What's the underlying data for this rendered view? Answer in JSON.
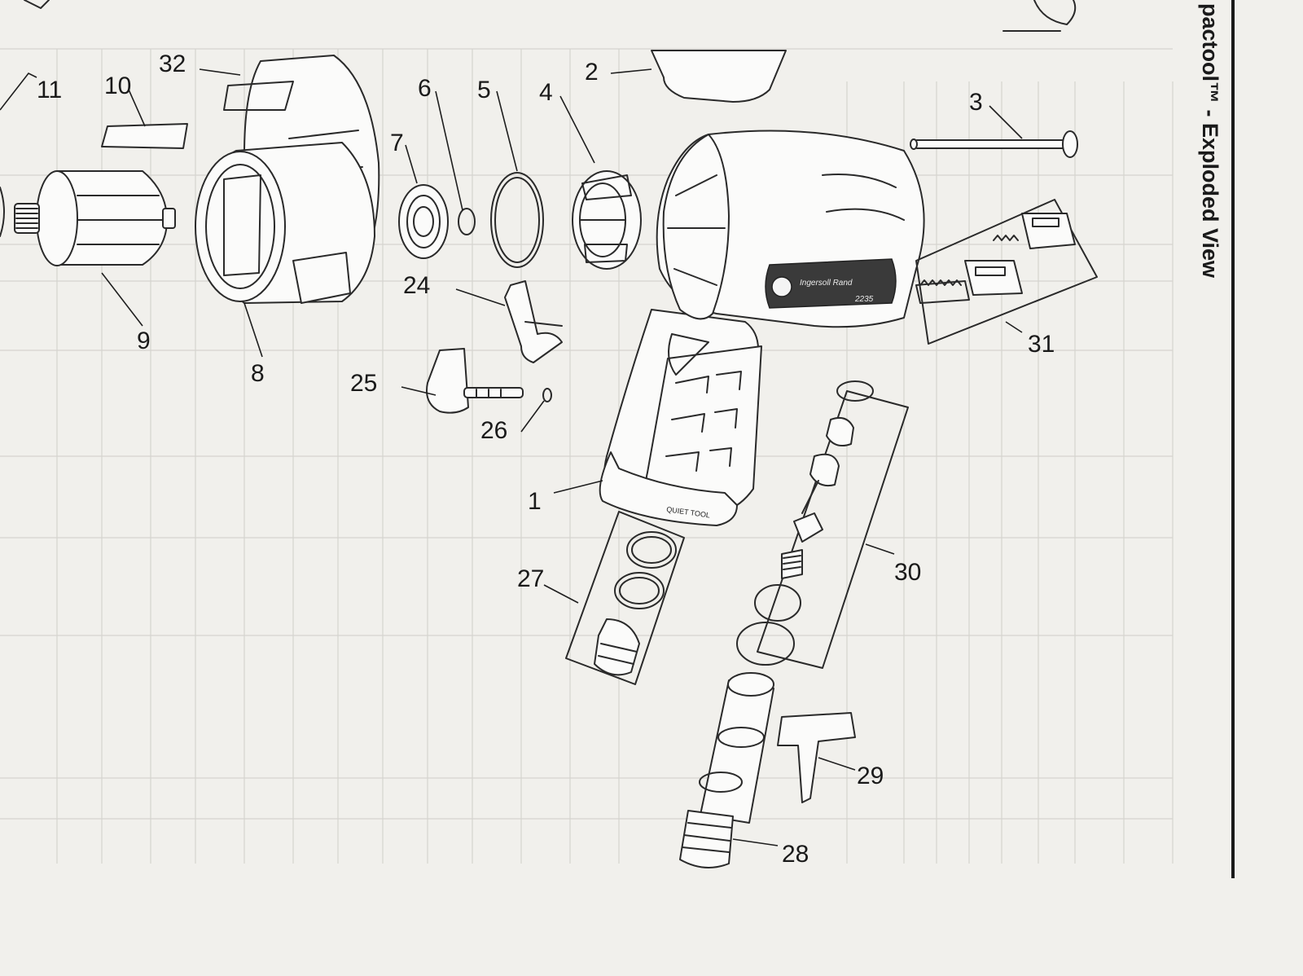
{
  "page": {
    "title": "pactool™ - Exploded View",
    "brand_text": "Ingersoll Rand",
    "model_text": "2235",
    "boot_text": "QUIET TOOL"
  },
  "callouts": [
    {
      "id": "1",
      "text": "1"
    },
    {
      "id": "2",
      "text": "2"
    },
    {
      "id": "3",
      "text": "3"
    },
    {
      "id": "4",
      "text": "4"
    },
    {
      "id": "5",
      "text": "5"
    },
    {
      "id": "6",
      "text": "6"
    },
    {
      "id": "7",
      "text": "7"
    },
    {
      "id": "8",
      "text": "8"
    },
    {
      "id": "9",
      "text": "9"
    },
    {
      "id": "10",
      "text": "10"
    },
    {
      "id": "11",
      "text": "11"
    },
    {
      "id": "24",
      "text": "24"
    },
    {
      "id": "25",
      "text": "25"
    },
    {
      "id": "26",
      "text": "26"
    },
    {
      "id": "27",
      "text": "27"
    },
    {
      "id": "28",
      "text": "28"
    },
    {
      "id": "29",
      "text": "29"
    },
    {
      "id": "30",
      "text": "30"
    },
    {
      "id": "31",
      "text": "31"
    },
    {
      "id": "32",
      "text": "32"
    }
  ],
  "colors": {
    "paper": "#f1f0ec",
    "ink": "#2a2a2a",
    "bleed_through": "#d5d4cf"
  }
}
